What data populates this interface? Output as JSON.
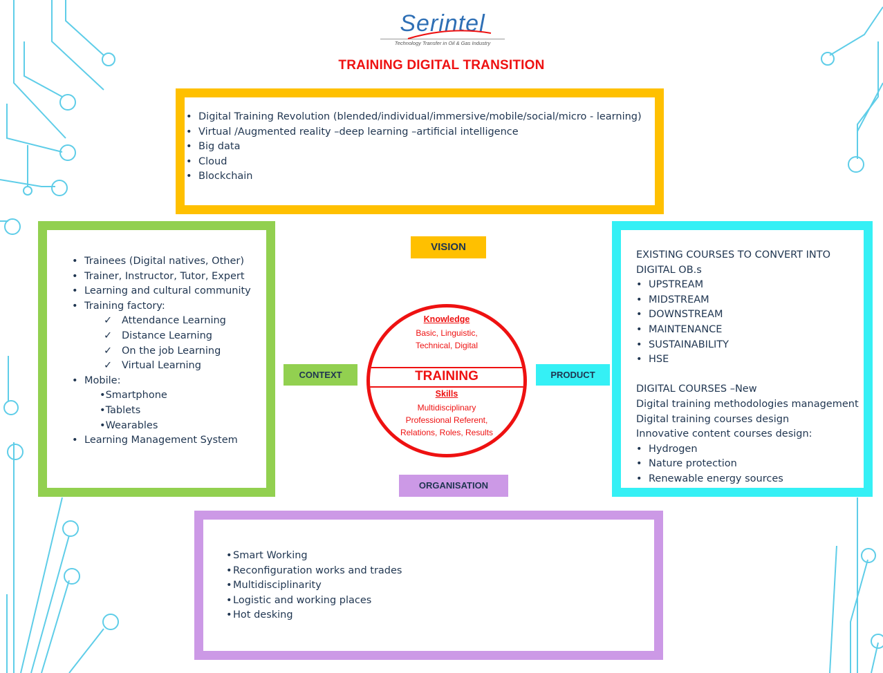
{
  "brand": {
    "logo_text": "Serintel",
    "tagline": "Technology Transfer in Oil & Gas Industry",
    "accent_color": "#ee1111",
    "logo_color": "#2e6fb5"
  },
  "title": "TRAINING DIGITAL TRANSITION",
  "vision": {
    "label": "VISION",
    "color": "#ffc000",
    "items": [
      "Digital Training Revolution (blended/individual/immersive/mobile/social/micro - learning)",
      "Virtual /Augmented reality –deep learning –artificial intelligence",
      "Big data",
      "Cloud",
      "Blockchain"
    ]
  },
  "context": {
    "label": "CONTEXT",
    "color": "#92d050",
    "items": [
      "Trainees (Digital natives, Other)",
      "Trainer, Instructor, Tutor, Expert",
      "Learning and cultural community",
      "Training factory:"
    ],
    "factory_items": [
      "Attendance Learning",
      "Distance Learning",
      "On the job Learning",
      "Virtual Learning"
    ],
    "mobile_label": "Mobile:",
    "mobile_items": [
      "Smartphone",
      "Tablets",
      "Wearables"
    ],
    "last_item": "Learning Management System"
  },
  "product": {
    "label": "PRODUCT",
    "color": "#35f0f5",
    "heading_1": "EXISTING COURSES TO CONVERT INTO",
    "heading_2": "DIGITAL OB.s",
    "streams": [
      "UPSTREAM",
      "MIDSTREAM",
      "DOWNSTREAM",
      "MAINTENANCE",
      "SUSTAINABILITY",
      "HSE"
    ],
    "digital_heading": "DIGITAL COURSES –New",
    "digital_lines": [
      "Digital training methodologies management",
      "Digital training courses design",
      "Innovative content courses design:"
    ],
    "innovative_items": [
      "Hydrogen",
      "Nature protection",
      "Renewable energy sources"
    ]
  },
  "organisation": {
    "label": "ORGANISATION",
    "color": "#cc99e6",
    "items": [
      "Smart Working",
      "Reconfiguration works and trades",
      "Multidisciplinarity",
      "Logistic and working places",
      "Hot desking"
    ]
  },
  "core": {
    "knowledge_title": "Knowledge",
    "knowledge_line1": "Basic, Linguistic,",
    "knowledge_line2": "Technical, Digital",
    "center": "TRAINING",
    "skills_title": "Skills",
    "skills_line1": "Multidisciplinary",
    "skills_line2": "Professional Referent,",
    "skills_line3": "Relations, Roles, Results"
  }
}
